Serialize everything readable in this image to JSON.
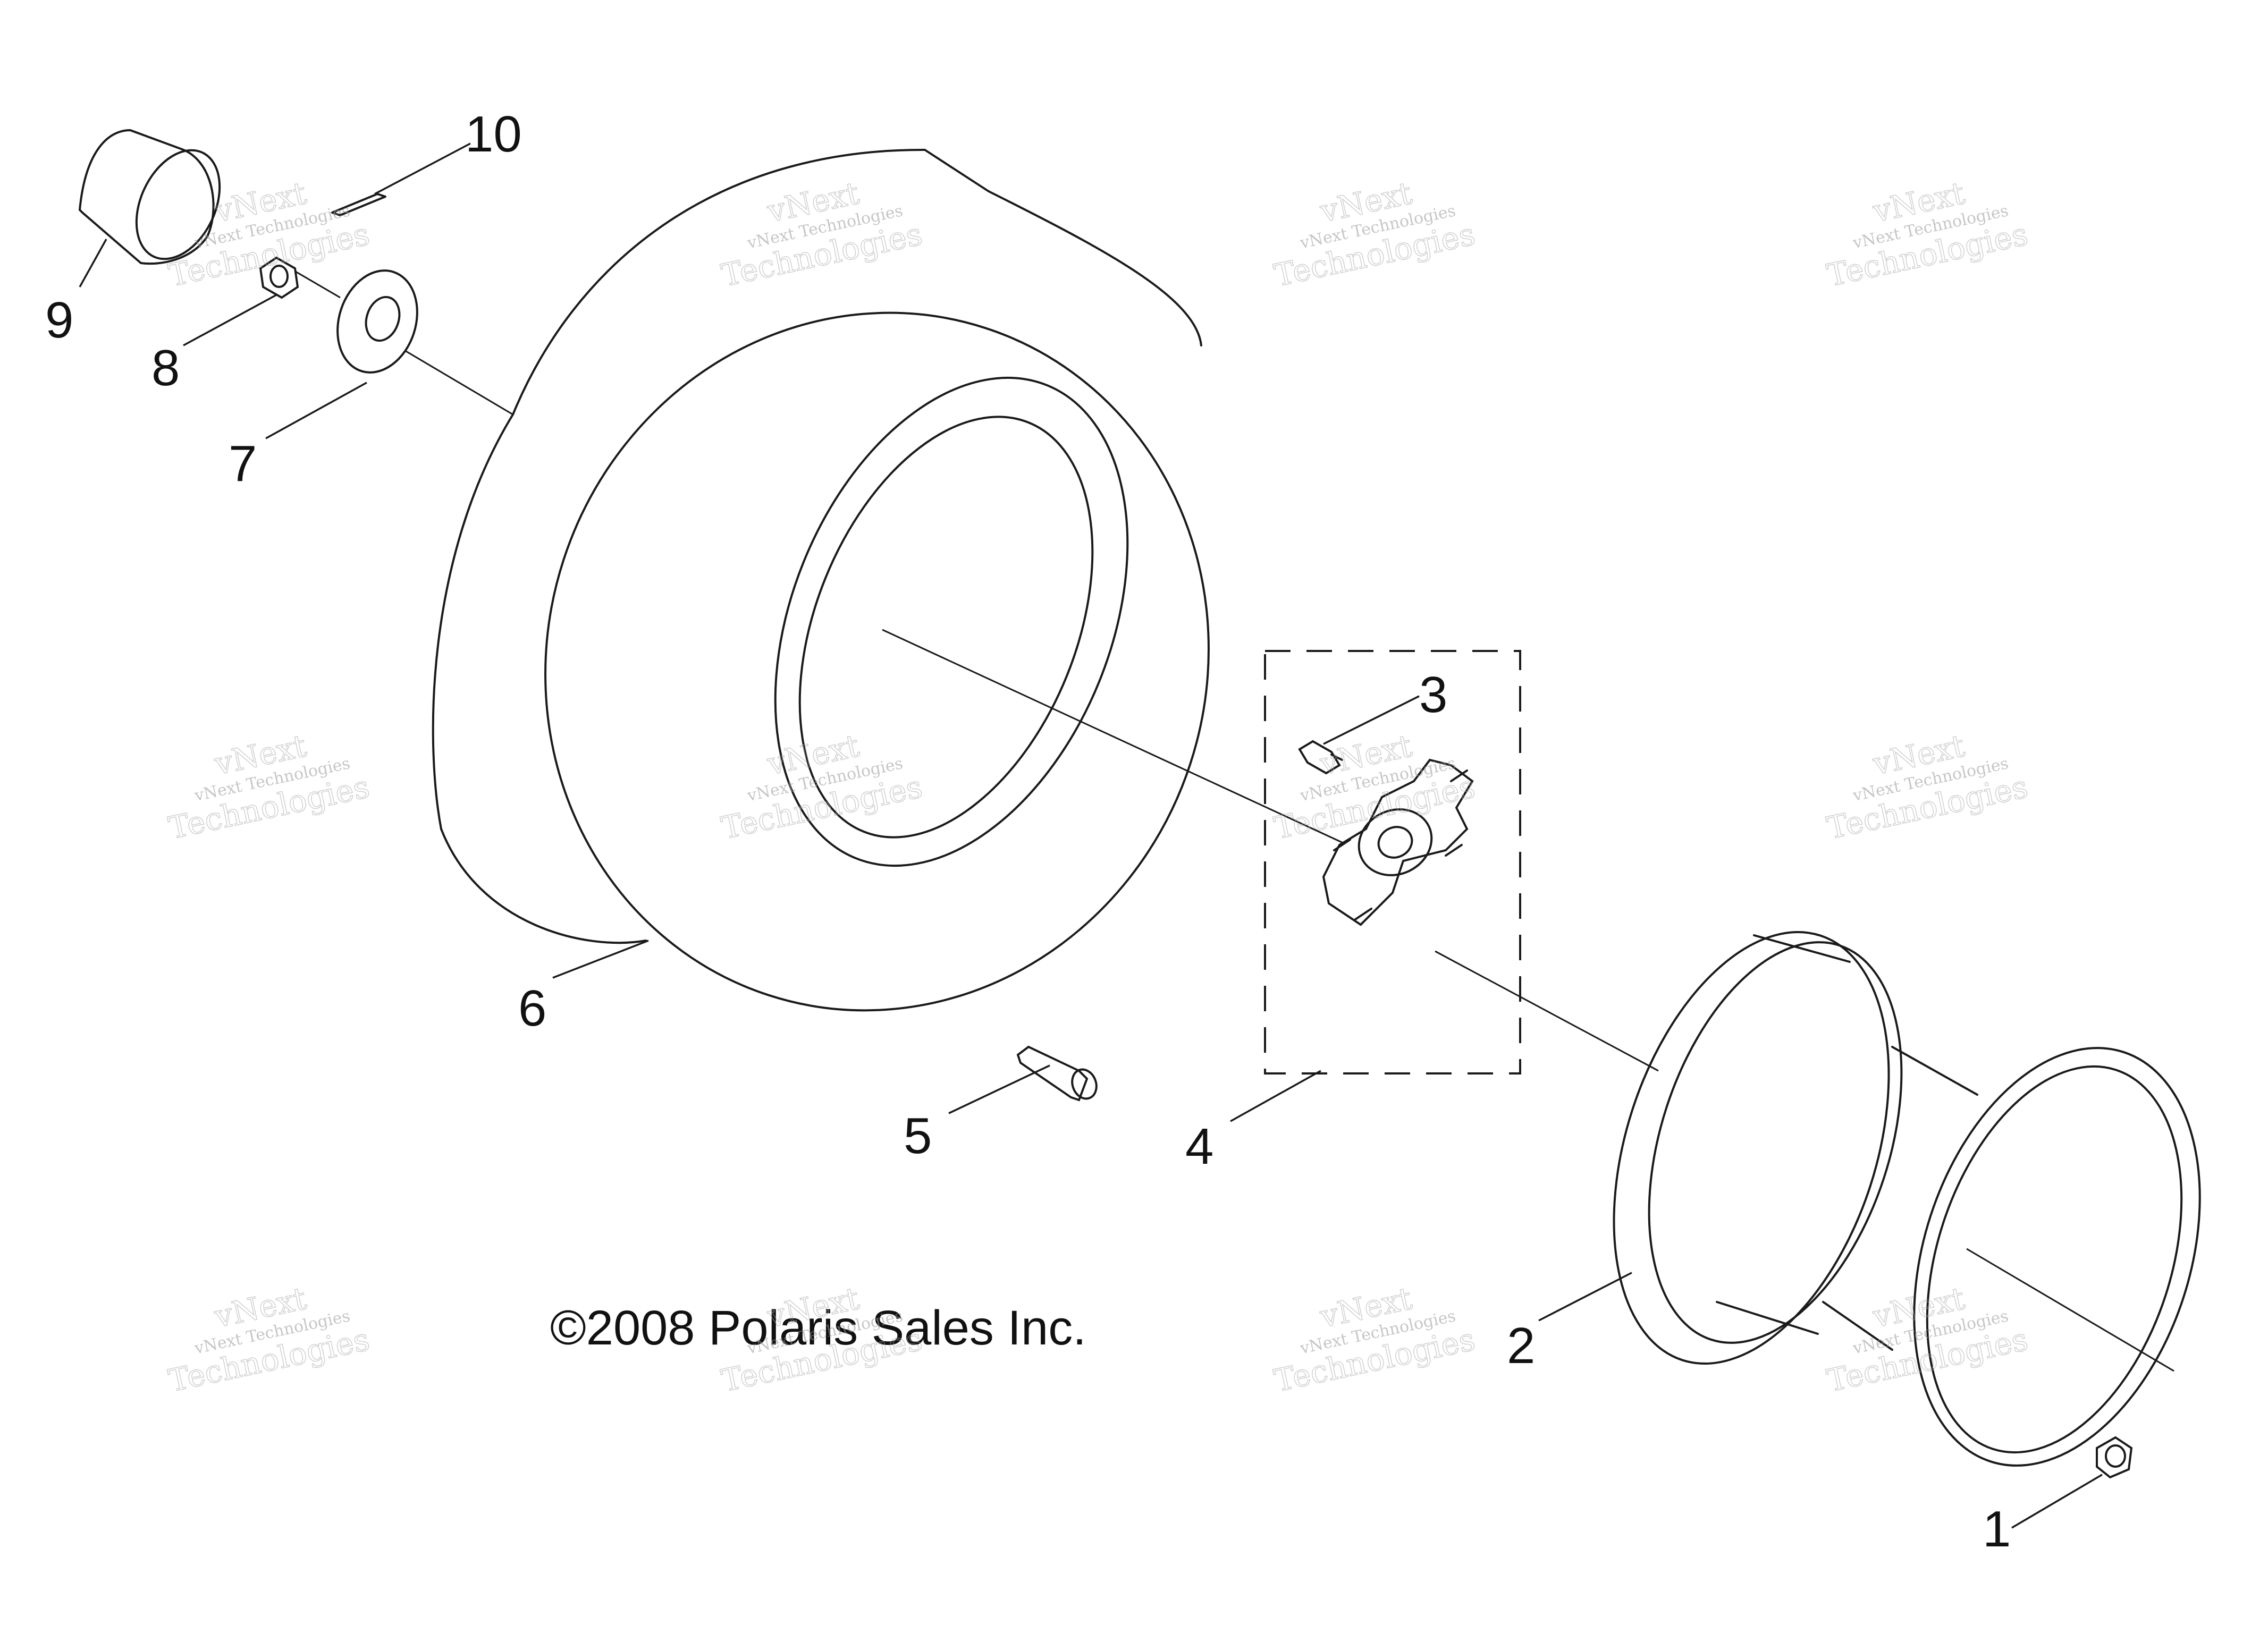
{
  "callouts": [
    {
      "id": "1",
      "label": "1"
    },
    {
      "id": "2",
      "label": "2"
    },
    {
      "id": "3",
      "label": "3"
    },
    {
      "id": "4",
      "label": "4"
    },
    {
      "id": "5",
      "label": "5"
    },
    {
      "id": "6",
      "label": "6"
    },
    {
      "id": "7",
      "label": "7"
    },
    {
      "id": "8",
      "label": "8"
    },
    {
      "id": "9",
      "label": "9"
    },
    {
      "id": "10",
      "label": "10"
    }
  ],
  "copyright": "©2008 Polaris Sales Inc.",
  "watermark": {
    "line1": "vNext Technologies",
    "line2": "Technologies",
    "line3": "vNext"
  },
  "colors": {
    "line": "#1a1a1a",
    "watermark": "#999999",
    "background": "#ffffff"
  }
}
